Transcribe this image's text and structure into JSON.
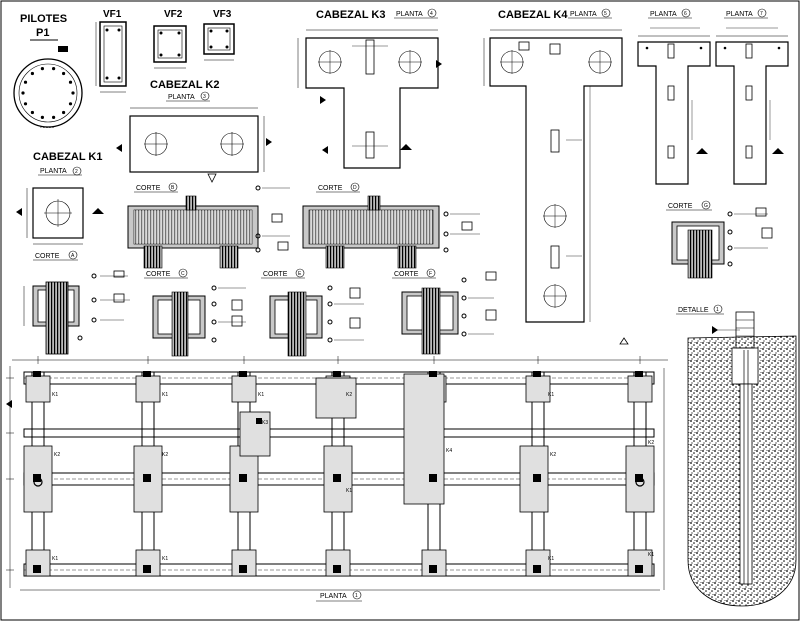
{
  "titles": {
    "pilotes": "PILOTES",
    "p1": "P1",
    "vf1": "VF1",
    "vf2": "VF2",
    "vf3": "VF3",
    "k1": "CABEZAL K1",
    "k2": "CABEZAL K2",
    "k3": "CABEZAL K3",
    "k4": "CABEZAL K4",
    "detalle": "DETALLE"
  },
  "tags": {
    "planta": "PLANTA",
    "corte": "CORTE"
  },
  "tag_numbers": {
    "k1_planta": "2",
    "k2_planta": "3",
    "k3_planta": "4",
    "k4_planta": "5",
    "planta_6": "6",
    "planta_7": "7",
    "main_planta": "1",
    "detalle_num": "1"
  },
  "cut_letters": [
    "A",
    "B",
    "C",
    "D",
    "E",
    "F",
    "G"
  ],
  "cap_labels": [
    "K1",
    "K2",
    "K3",
    "K4"
  ],
  "colors": {
    "ink": "#000000",
    "paper": "#ffffff",
    "hatch": "#9a9a9a",
    "concrete": "#c8c8c8"
  }
}
